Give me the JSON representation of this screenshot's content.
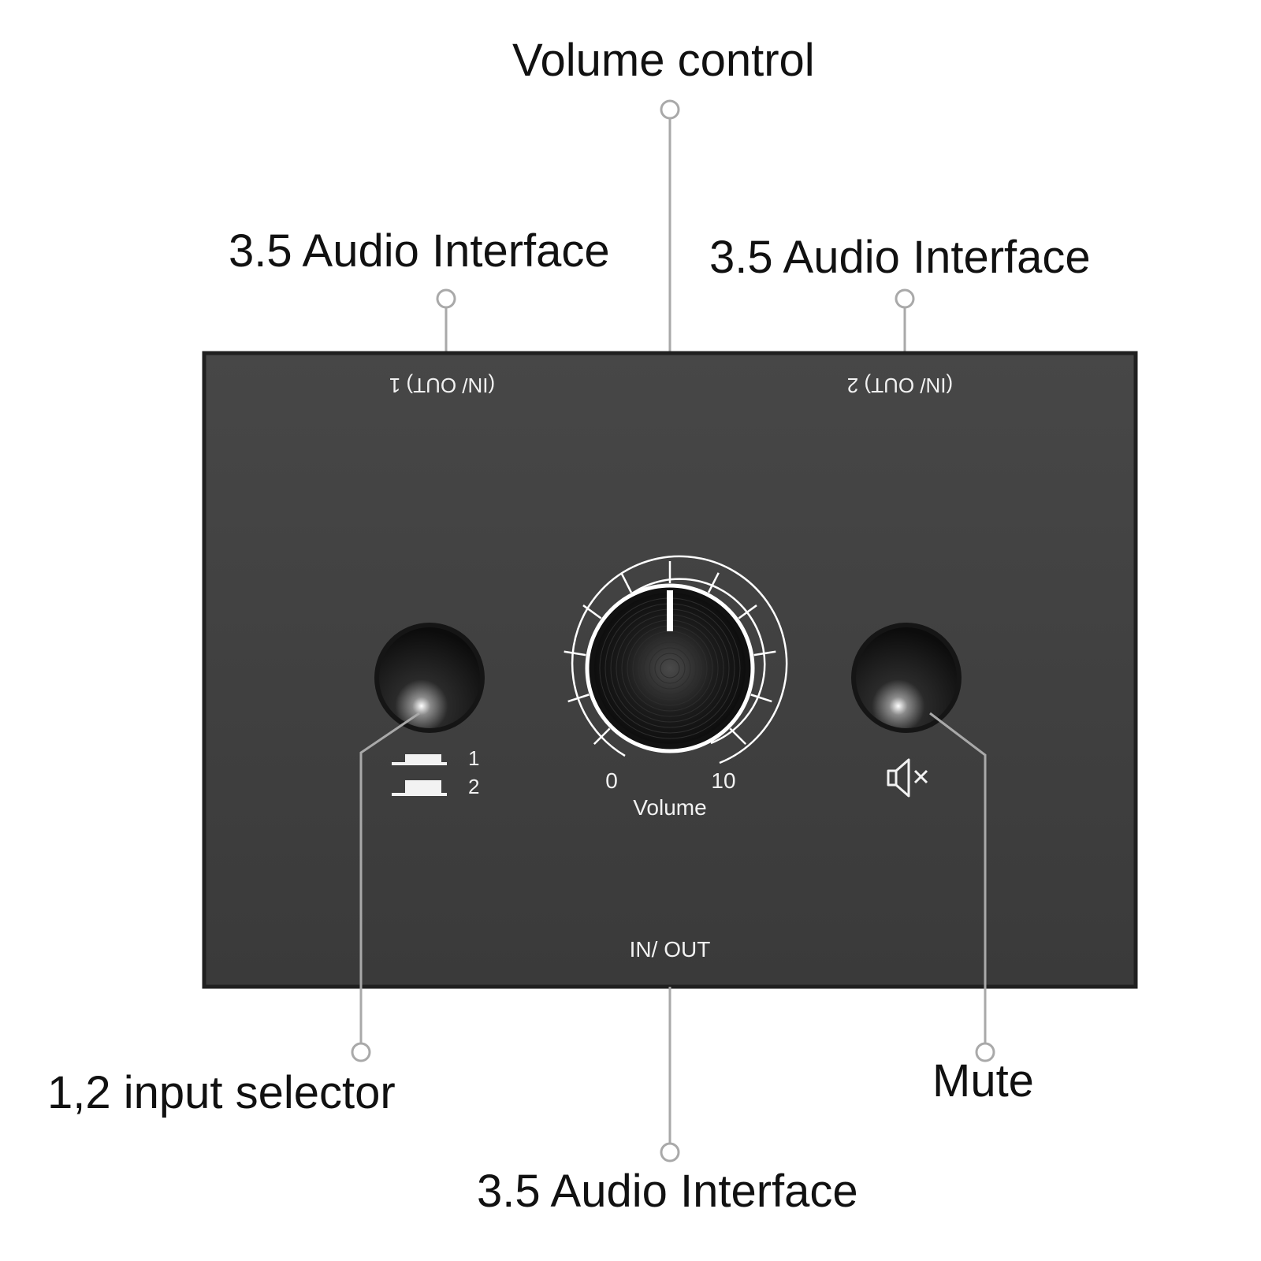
{
  "callouts": {
    "volume_control": "Volume control",
    "audio_interface_left": "3.5 Audio Interface",
    "audio_interface_right": "3.5 Audio Interface",
    "input_selector": "1,2 input selector",
    "mute": "Mute",
    "audio_interface_bottom": "3.5 Audio Interface"
  },
  "device": {
    "port_label_1": "(IN/ OUT) 1",
    "port_label_2": "(IN/ OUT) 2",
    "selector_pos_1": "1",
    "selector_pos_2": "2",
    "volume_min": "0",
    "volume_max": "10",
    "volume_label": "Volume",
    "bottom_port_label": "IN/ OUT",
    "mute_icon": "speaker-mute-icon"
  },
  "colors": {
    "panel": "#3d3d3d",
    "leader_line": "#a9a9a9",
    "panel_text": "#f2f2f2",
    "callout_text": "#111111"
  }
}
